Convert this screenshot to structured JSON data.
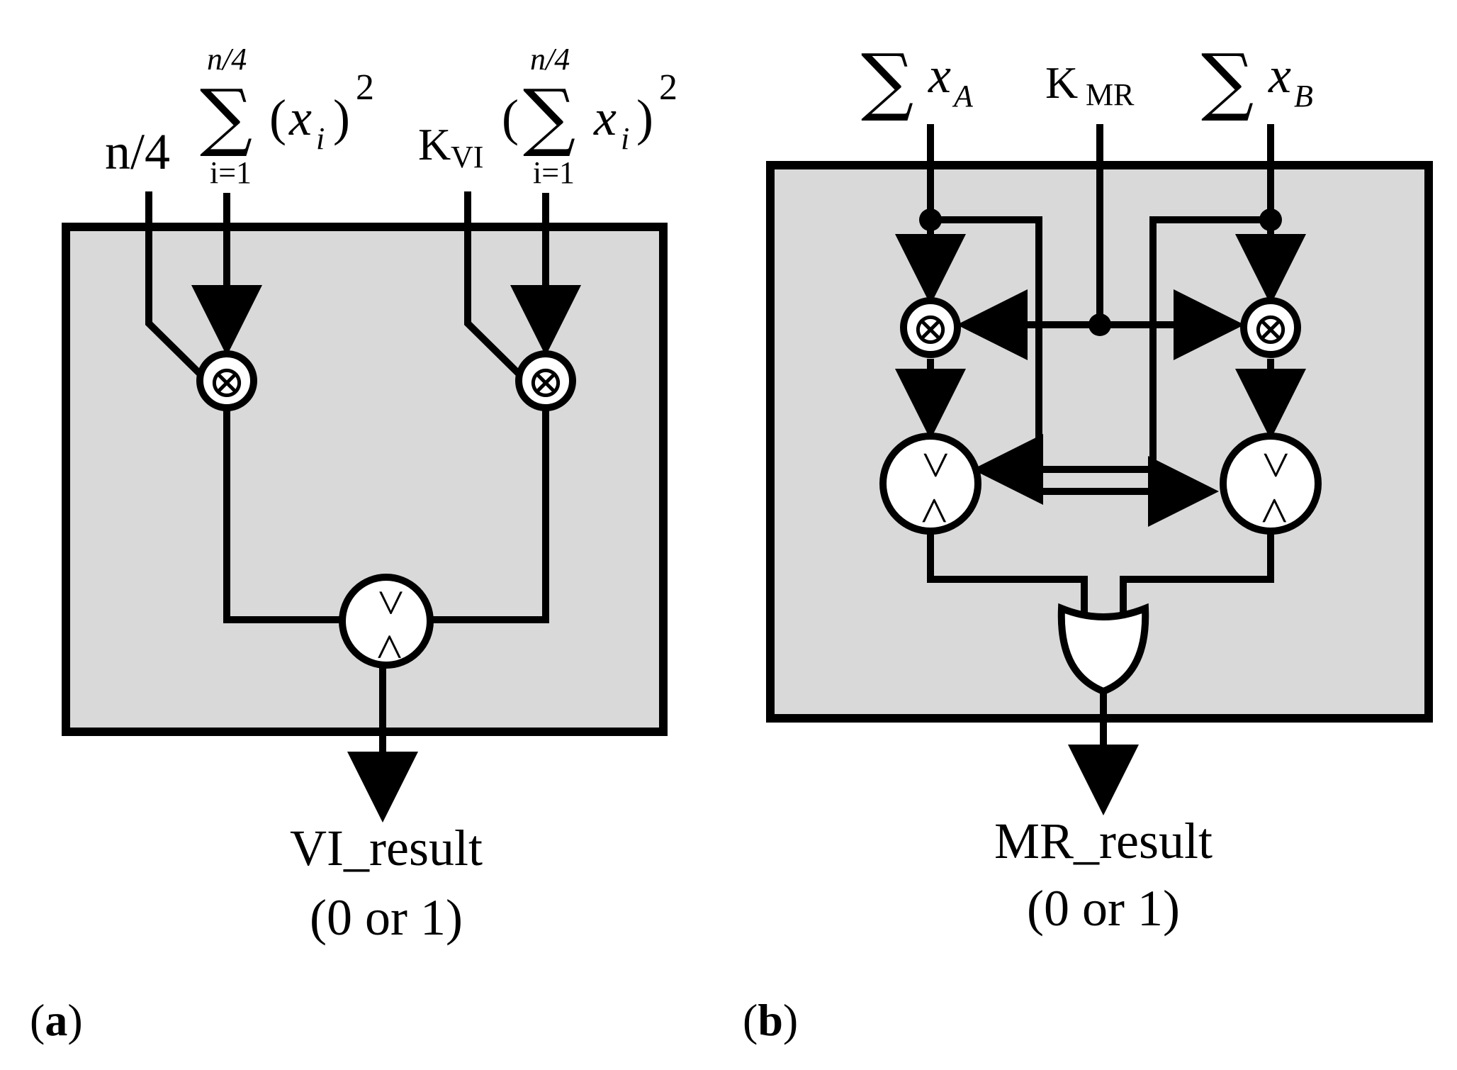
{
  "panel_a": {
    "caption_open": "(",
    "caption_letter": "a",
    "caption_close": ")",
    "input_left_label": "n/4",
    "sum_squares": {
      "upper": "n/4",
      "sigma": "∑",
      "lower": "i=1",
      "open": "(",
      "var": "x",
      "sub": "i",
      "close": ")",
      "pow": "2"
    },
    "k_label": {
      "main": "K",
      "sub": "VI"
    },
    "squared_sum": {
      "open": "(",
      "upper": "n/4",
      "sigma": "∑",
      "lower": "i=1",
      "var": "x",
      "sub": "i",
      "close": ")",
      "pow": "2"
    },
    "multiplier_symbol": "⊗",
    "comparator_symbol_top": ">",
    "comparator_symbol_bottom": "<",
    "output_label": "VI_result",
    "output_values": "(0 or 1)"
  },
  "panel_b": {
    "caption_open": "(",
    "caption_letter": "b",
    "caption_close": ")",
    "input_a": {
      "sigma": "∑",
      "var": "x",
      "sub": "A"
    },
    "k_label": {
      "main": "K",
      "sub": "MR"
    },
    "input_b": {
      "sigma": "∑",
      "var": "x",
      "sub": "B"
    },
    "multiplier_symbol": "⊗",
    "comparator_symbol_top": ">",
    "comparator_symbol_bottom": "<",
    "output_label": "MR_result",
    "output_values": "(0 or 1)"
  },
  "colors": {
    "block_fill": "#d9d9d9",
    "stroke": "#000000",
    "node_fill": "#ffffff"
  },
  "icons": {
    "multiplier": "circled-times-icon",
    "comparator": "comparator-icon",
    "or_gate": "or-gate-icon"
  }
}
